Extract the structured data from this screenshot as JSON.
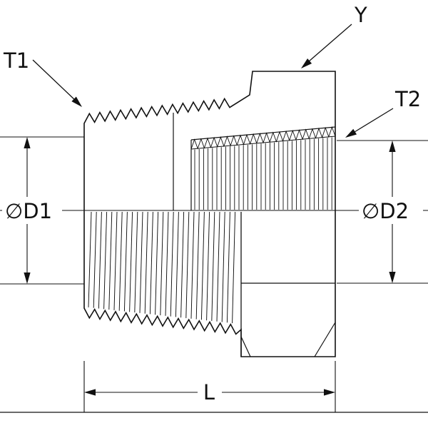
{
  "drawing": {
    "labels": {
      "t1": "T1",
      "y": "Y",
      "t2": "T2",
      "d1": "∅D1",
      "d2": "∅D2",
      "length": "L"
    },
    "colors": {
      "line": "#111111",
      "background": "#ffffff"
    }
  }
}
